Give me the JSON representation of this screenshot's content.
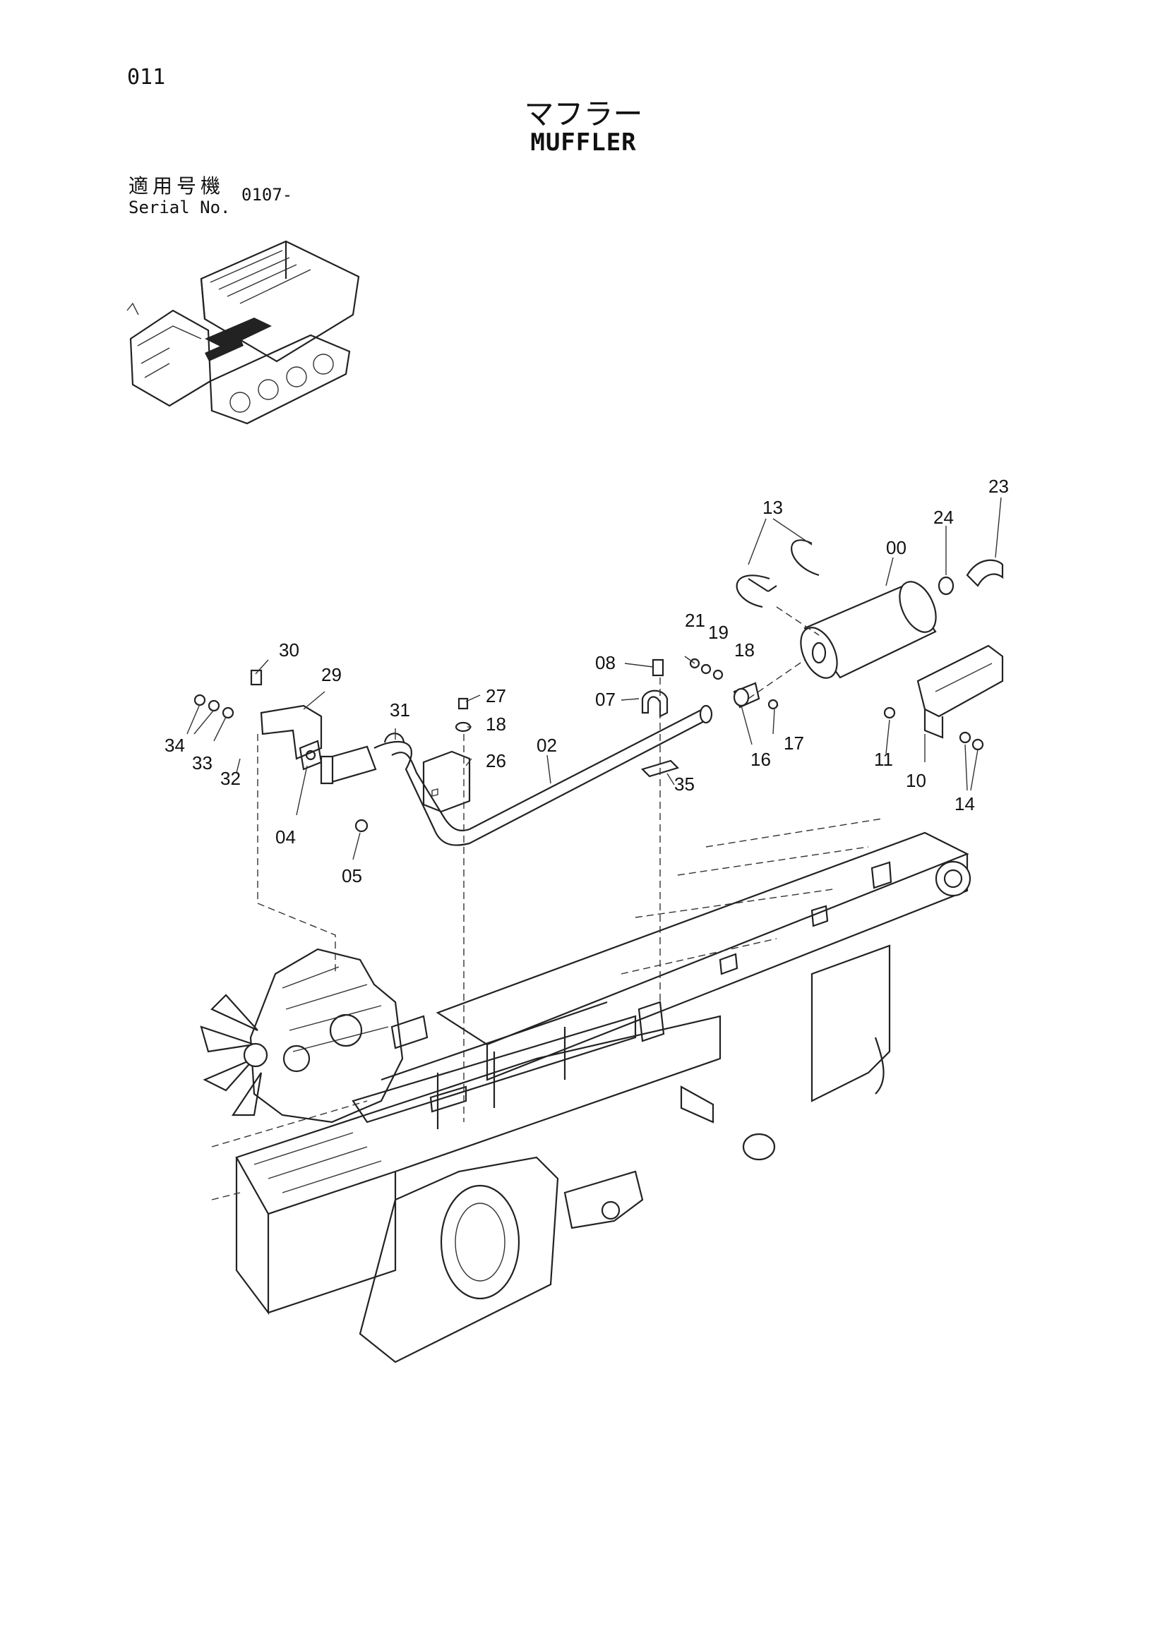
{
  "page_number": "011",
  "title_japanese": "マフラー",
  "title_english": "MUFFLER",
  "serial": {
    "label_japanese": "適用号機",
    "label_english": "Serial No.",
    "value": "0107-"
  },
  "part_labels": {
    "p00": "00",
    "p02": "02",
    "p04": "04",
    "p05": "05",
    "p07": "07",
    "p08": "08",
    "p10": "10",
    "p11": "11",
    "p13": "13",
    "p14": "14",
    "p16": "16",
    "p17": "17",
    "p18a": "18",
    "p18b": "18",
    "p19": "19",
    "p21": "21",
    "p23": "23",
    "p24": "24",
    "p26": "26",
    "p27": "27",
    "p29": "29",
    "p30": "30",
    "p31": "31",
    "p32": "32",
    "p33": "33",
    "p34": "34",
    "p35": "35"
  }
}
